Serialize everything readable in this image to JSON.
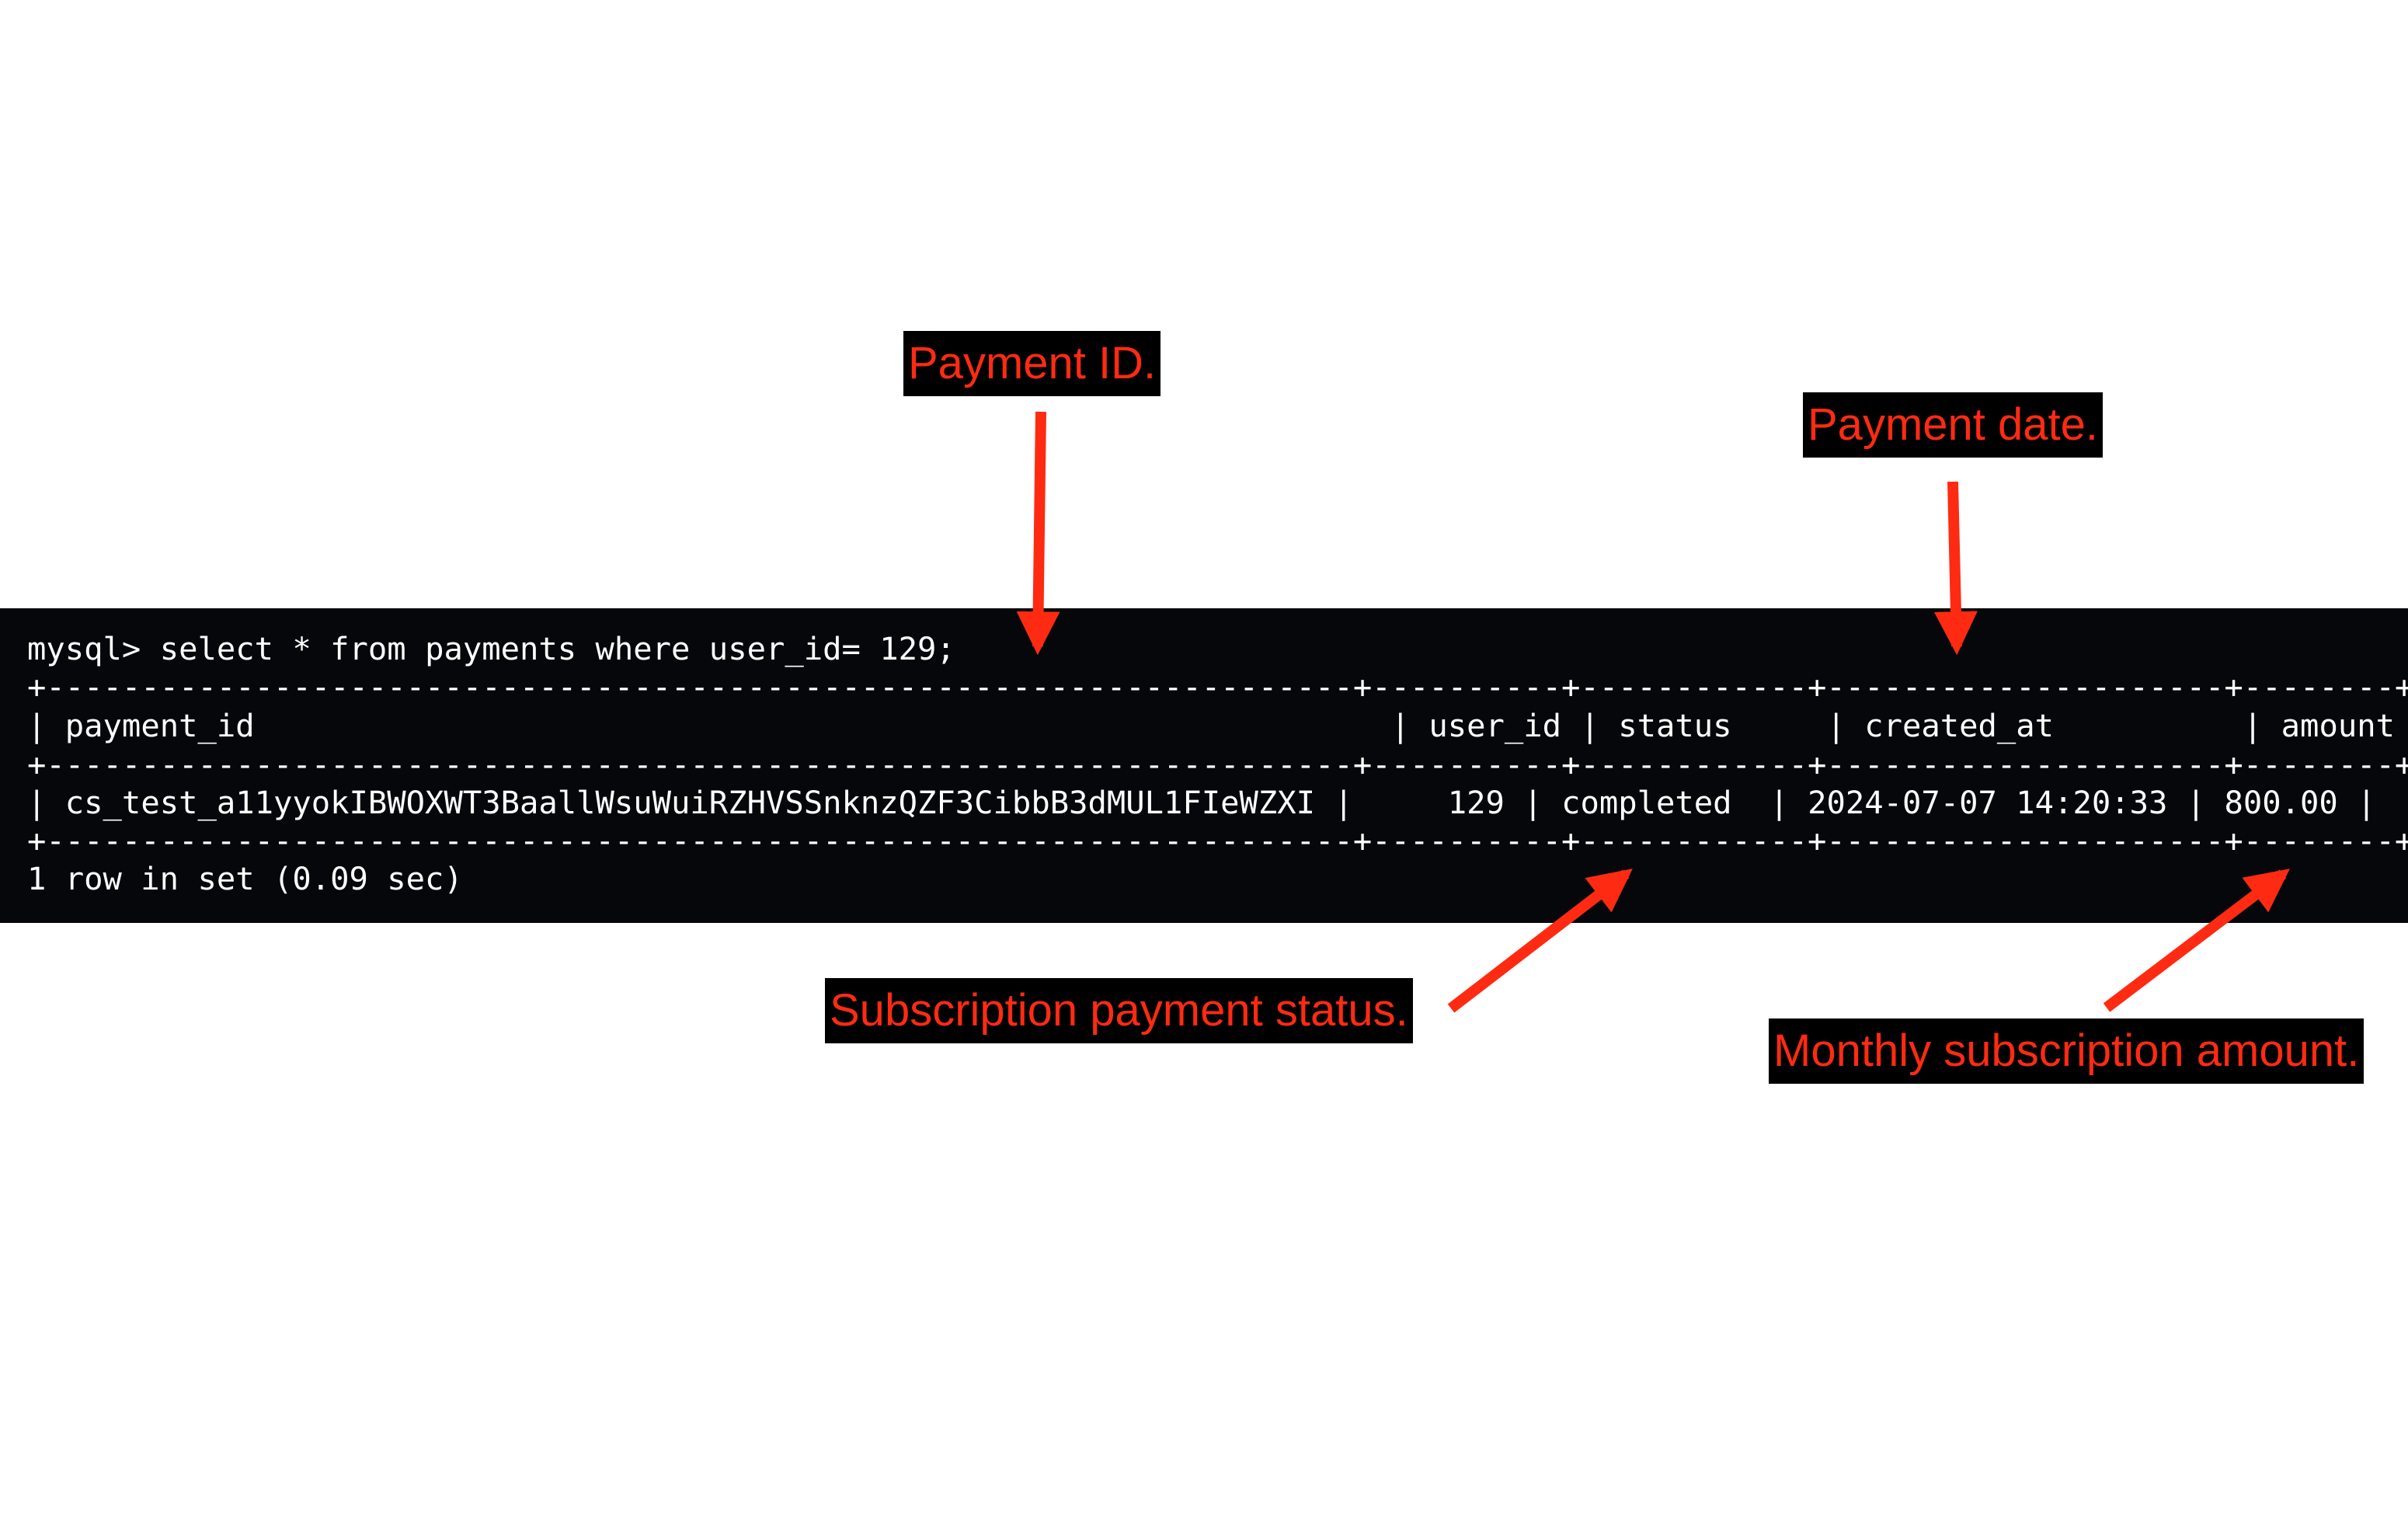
{
  "terminal": {
    "prompt": "mysql>",
    "query": "select * from payments where user_id= 129;",
    "border": "+---------------------------------------------------------------------+----------+------------+---------------------+--------+",
    "columns": [
      "payment_id",
      "user_id",
      "status",
      "created_at",
      "amount"
    ],
    "rows": [
      [
        "cs_test_a11yyokIBWOXWT3BaallWsuWuiRZHVSSnknzQZF3CibbB3dMUL1FIeWZXI",
        "129",
        "completed",
        "2024-07-07 14:20:33",
        "800.00"
      ]
    ],
    "footer": "1 row in set (0.09 sec)"
  },
  "annotations": {
    "payment_id": "Payment ID.",
    "payment_date": "Payment date.",
    "status": "Subscription payment status.",
    "amount": "Monthly subscription amount."
  },
  "colors": {
    "annotation_text": "#ff2a12",
    "annotation_background": "#000000",
    "arrow": "#ff2a12",
    "terminal_background": "#05070a",
    "terminal_text": "#ffffff"
  }
}
